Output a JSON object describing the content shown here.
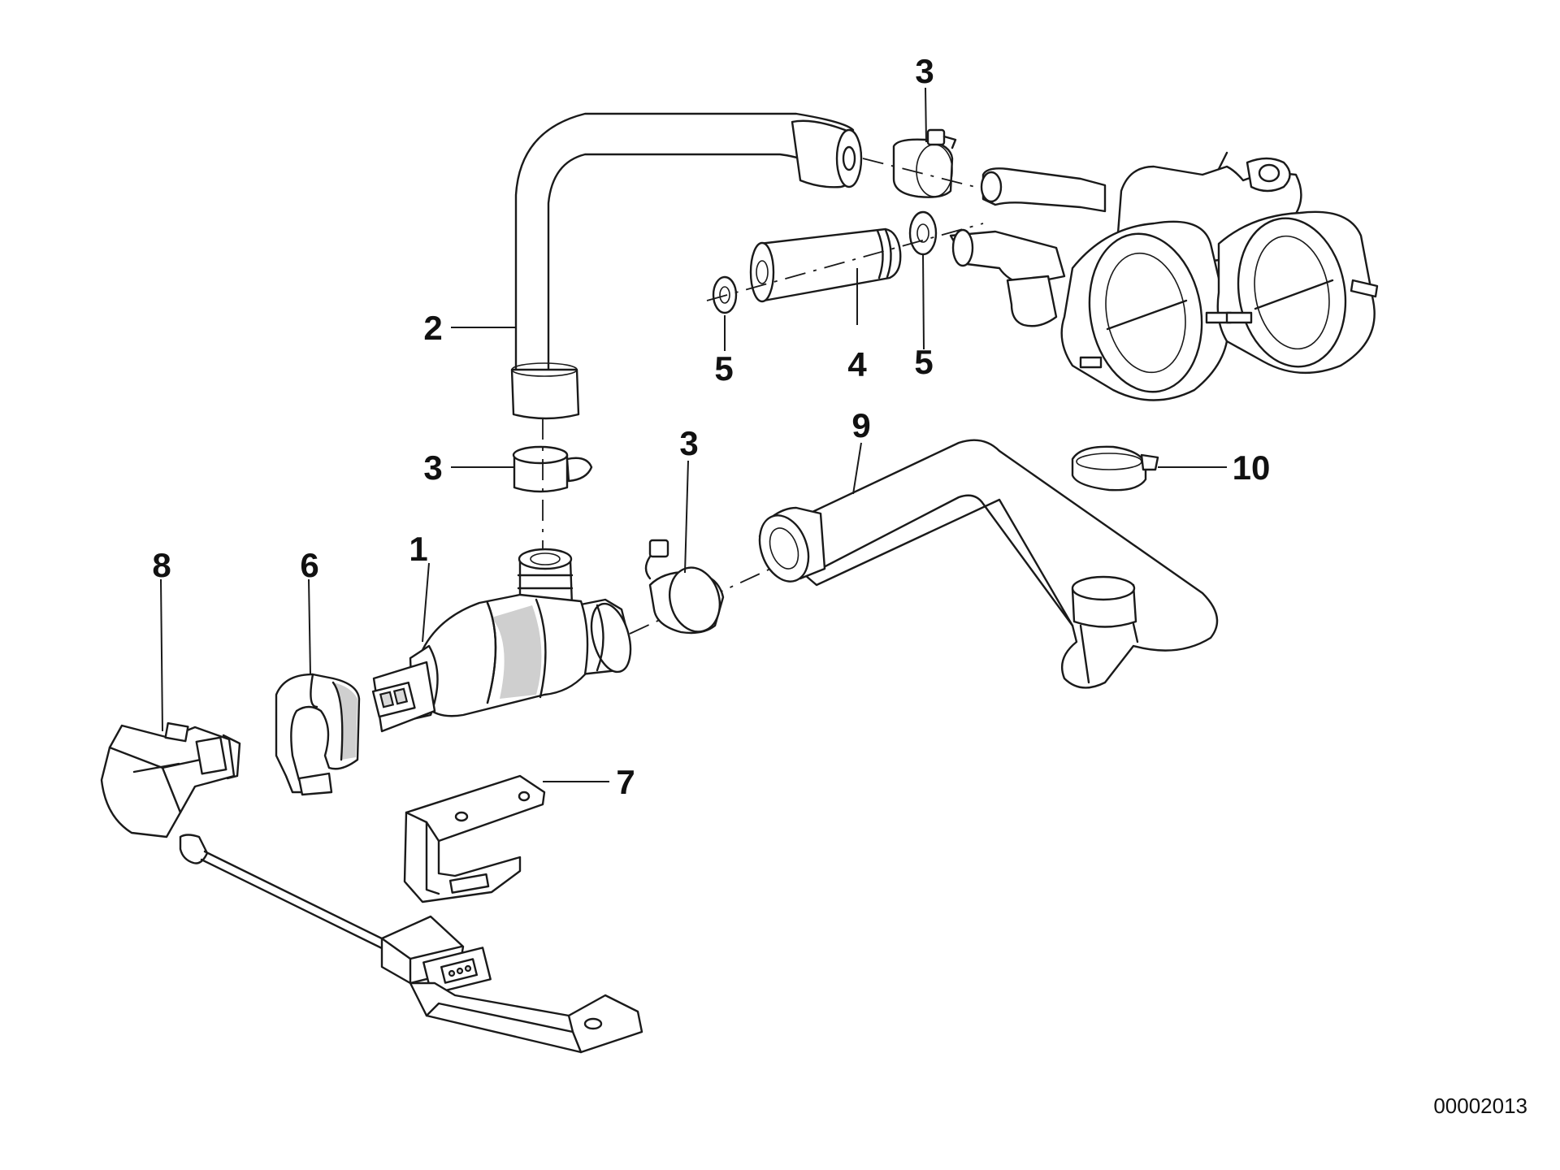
{
  "callouts": {
    "c1": "1",
    "c2": "2",
    "c3_top": "3",
    "c3_left": "3",
    "c3_mid": "3",
    "c4": "4",
    "c5_left": "5",
    "c5_right": "5",
    "c6": "6",
    "c7": "7",
    "c8": "8",
    "c9": "9",
    "c10": "10"
  },
  "document_number": "00002013"
}
